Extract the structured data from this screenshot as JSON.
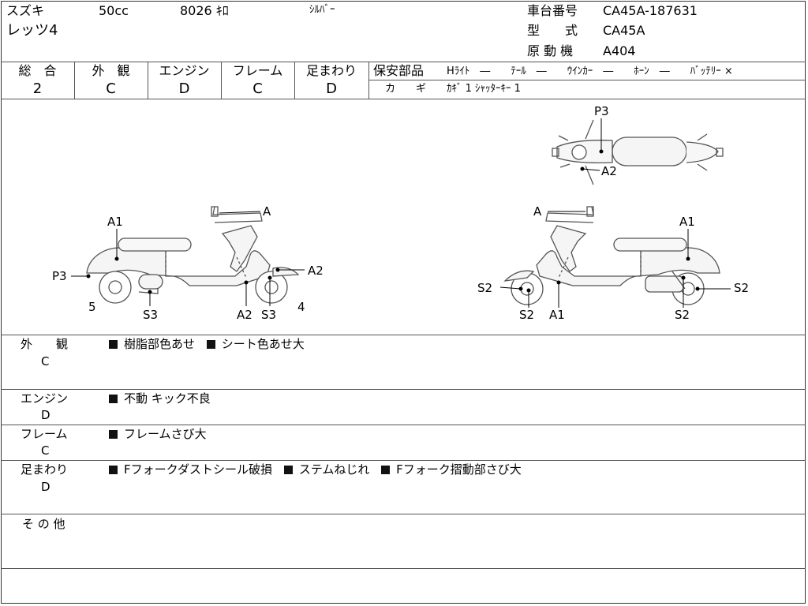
{
  "header": {
    "maker": "スズキ",
    "displacement": "50cc",
    "mileage": "8026 ｷﾛ",
    "color": "ｼﾙﾊﾞｰ",
    "model_name": "レッツ4",
    "frame_no_label": "車台番号",
    "frame_no": "CA45A-187631",
    "type_label": "型　　式",
    "type": "CA45A",
    "engine_label": "原 動 機",
    "engine": "A404"
  },
  "grades": {
    "overall_label": "総　合",
    "overall": "2",
    "exterior_label": "外　観",
    "exterior": "C",
    "engine_label": "エンジン",
    "engine": "D",
    "frame_label": "フレーム",
    "frame": "C",
    "suspension_label": "足まわり",
    "suspension": "D"
  },
  "safety": {
    "label": "保安部品",
    "items": "Hﾗｲﾄ　―　　ﾃｰﾙ　―　　ｳｲﾝｶｰ　―　　ﾎｰﾝ　―　　ﾊﾞｯﾃﾘｰ ×",
    "key_label": "カ　　ギ",
    "key_items": "ｶｷﾞ 1  ｼｬｯﾀｰｷｰ 1"
  },
  "diagram": {
    "labels": {
      "A": "A",
      "A1": "A1",
      "A2": "A2",
      "P3": "P3",
      "S2": "S2",
      "S3": "S3",
      "n4": "4",
      "n5": "5"
    }
  },
  "comments": {
    "exterior": {
      "label": "外　　観",
      "grade": "C",
      "items": [
        "樹脂部色あせ",
        "シート色あせ大"
      ]
    },
    "engine": {
      "label": "エンジン",
      "grade": "D",
      "items": [
        "不動 キック不良"
      ]
    },
    "frame": {
      "label": "フレーム",
      "grade": "C",
      "items": [
        "フレームさび大"
      ]
    },
    "suspension": {
      "label": "足まわり",
      "grade": "D",
      "items": [
        "Fフォークダストシール破損",
        "ステムねじれ",
        "Fフォーク摺動部さび大"
      ]
    },
    "other": {
      "label": "そ の 他"
    }
  }
}
